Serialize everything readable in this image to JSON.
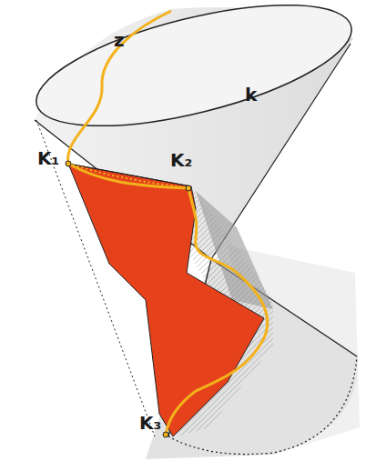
{
  "diagram": {
    "labels": [
      "z",
      "k",
      "K₁",
      "K₂",
      "K₃"
    ]
  }
}
